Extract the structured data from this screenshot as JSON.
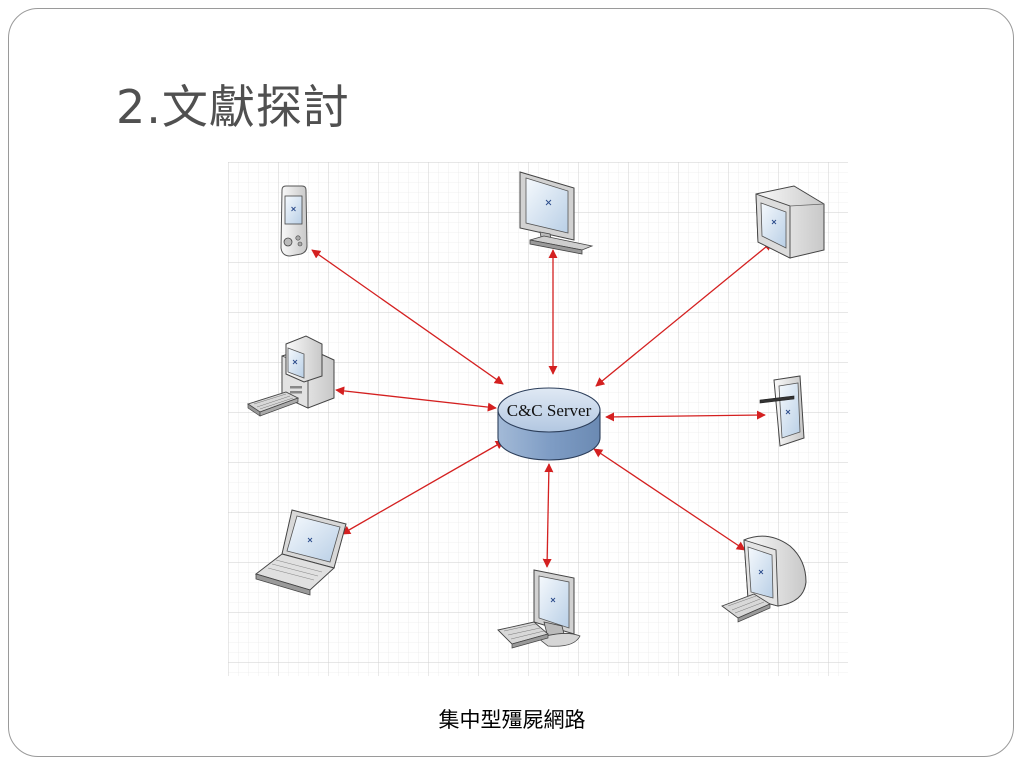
{
  "slide": {
    "title": "2.文獻探討",
    "caption": "集中型殭屍網路"
  },
  "diagram": {
    "server": {
      "label": "C&C Server",
      "icon": "database-server-icon"
    },
    "devices": [
      {
        "id": "pda-top-left",
        "icon": "pda-icon"
      },
      {
        "id": "monitor-top",
        "icon": "lcd-monitor-icon"
      },
      {
        "id": "crt-top-right",
        "icon": "crt-monitor-icon"
      },
      {
        "id": "desktop-left",
        "icon": "desktop-computer-icon"
      },
      {
        "id": "tablet-right",
        "icon": "tablet-pen-icon"
      },
      {
        "id": "laptop-bottom-left",
        "icon": "laptop-icon"
      },
      {
        "id": "workstation-bottom",
        "icon": "workstation-icon"
      },
      {
        "id": "imac-bottom-right",
        "icon": "imac-computer-icon"
      }
    ],
    "colors": {
      "connection": "#d42020",
      "server_top": "#b9cde6",
      "server_side": "#7e9cc4",
      "grid": "#d8d8d8"
    }
  }
}
